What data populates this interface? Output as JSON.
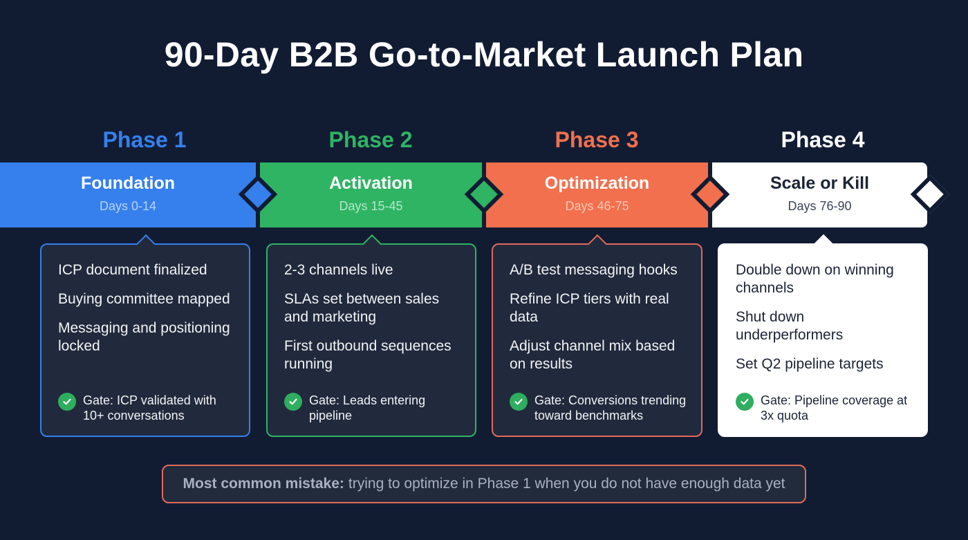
{
  "title": "90-Day B2B Go-to-Market Launch Plan",
  "colors": {
    "background": "#111c33",
    "phase1": "#3580ec",
    "phase2": "#2fb464",
    "phase3": "#f2704d",
    "phase4": "#ffffff",
    "check": "#2eae5e",
    "note_border": "#e06a5a"
  },
  "phases": [
    {
      "label": "Phase 1",
      "name": "Foundation",
      "days": "Days 0-14",
      "items": [
        "ICP document finalized",
        "Buying committee mapped",
        "Messaging and positioning locked"
      ],
      "gate": "Gate: ICP validated with 10+ conversations",
      "gate_icon": "check-circle-icon"
    },
    {
      "label": "Phase 2",
      "name": "Activation",
      "days": "Days 15-45",
      "items": [
        "2-3 channels live",
        "SLAs set between sales and marketing",
        "First outbound sequences running"
      ],
      "gate": "Gate: Leads entering pipeline",
      "gate_icon": "check-circle-icon"
    },
    {
      "label": "Phase 3",
      "name": "Optimization",
      "days": "Days 46-75",
      "items": [
        "A/B test messaging hooks",
        "Refine ICP tiers with real data",
        "Adjust channel mix based on results"
      ],
      "gate": "Gate: Conversions trending toward benchmarks",
      "gate_icon": "check-circle-icon"
    },
    {
      "label": "Phase 4",
      "name": "Scale or Kill",
      "days": "Days 76-90",
      "items": [
        "Double down on winning channels",
        "Shut down underperformers",
        "Set Q2 pipeline targets"
      ],
      "gate": "Gate: Pipeline coverage at 3x quota",
      "gate_icon": "check-circle-icon"
    }
  ],
  "note": {
    "label": "Most common mistake:",
    "text": "trying to optimize in Phase 1 when you do not have enough data yet"
  }
}
